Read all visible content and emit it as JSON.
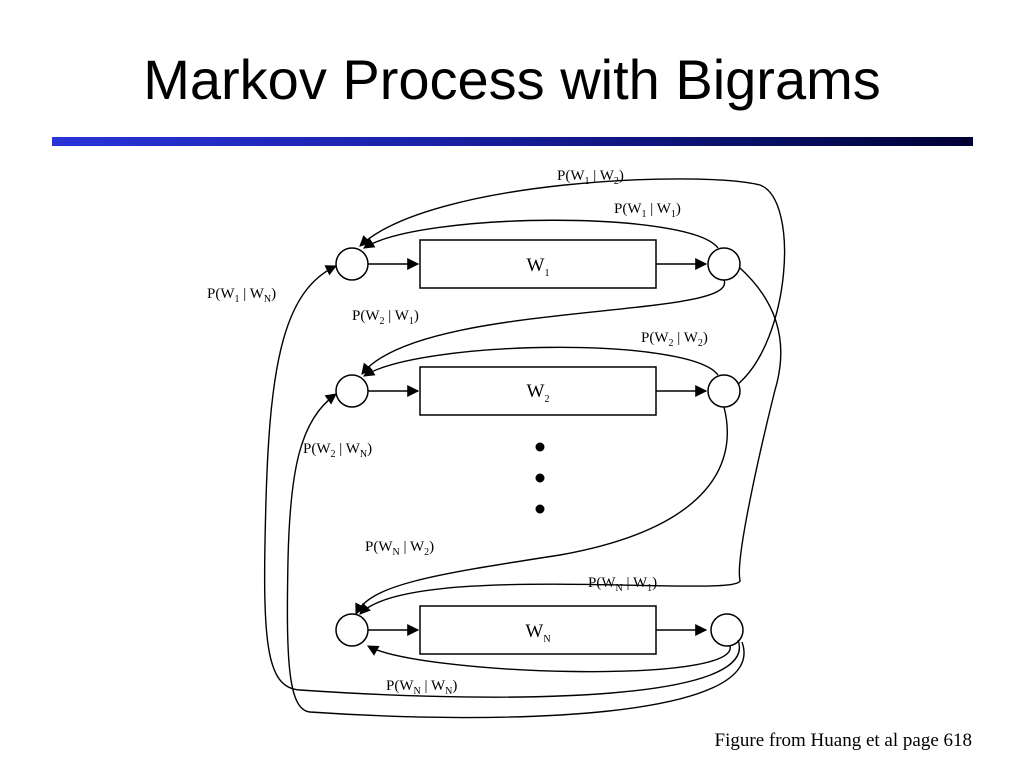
{
  "slide": {
    "title": "Markov Process with Bigrams",
    "caption": "Figure from Huang et al page 618"
  },
  "diagram": {
    "states": [
      {
        "main": "W",
        "sub": "1"
      },
      {
        "main": "W",
        "sub": "2"
      },
      {
        "main": "W",
        "sub": "N"
      }
    ],
    "labels": {
      "p_w1_w2": {
        "a": "1",
        "b": "2"
      },
      "p_w1_w1": {
        "a": "1",
        "b": "1"
      },
      "p_w1_wn": {
        "a": "1",
        "b": "N"
      },
      "p_w2_w1": {
        "a": "2",
        "b": "1"
      },
      "p_w2_w2": {
        "a": "2",
        "b": "2"
      },
      "p_w2_wn": {
        "a": "2",
        "b": "N"
      },
      "p_wn_w2": {
        "a": "N",
        "b": "2"
      },
      "p_wn_w1": {
        "a": "N",
        "b": "1"
      },
      "p_wn_wn": {
        "a": "N",
        "b": "N"
      }
    },
    "prob_prefix": "P(W",
    "prob_mid": " | W",
    "prob_suffix": ")",
    "ellipsis_dots": 3
  }
}
